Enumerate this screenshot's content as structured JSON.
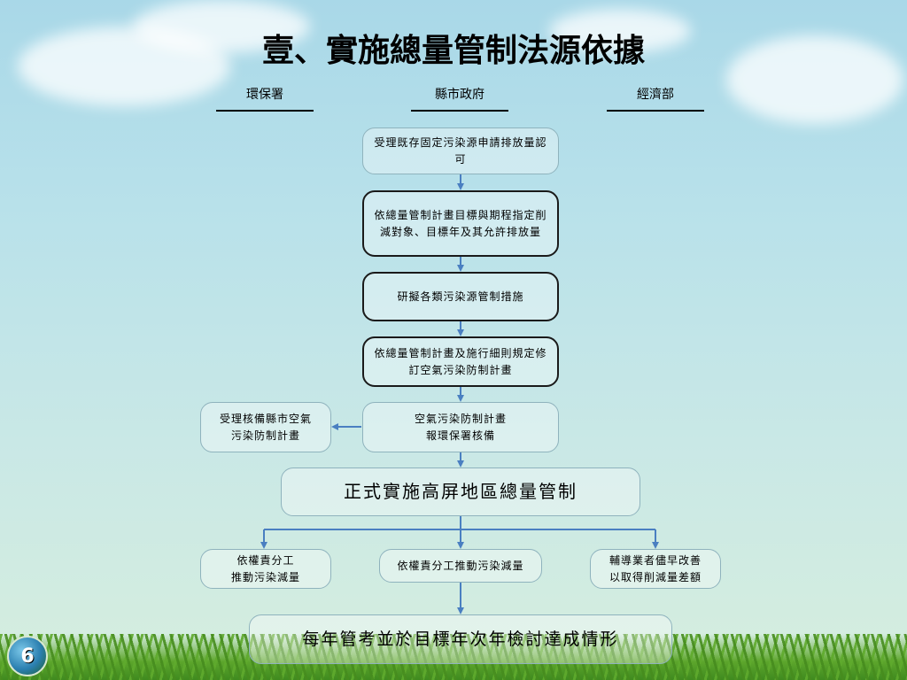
{
  "slide": {
    "title": "壹、實施總量管制法源依據",
    "page_number": "6"
  },
  "lanes": {
    "epa": "環保署",
    "county": "縣市政府",
    "moea": "經濟部"
  },
  "flow": {
    "step1": "受理既存固定污染源申請排放量認可",
    "step2": "依總量管制計畫目標與期程指定削減對象、目標年及其允許排放量",
    "step3": "研擬各類污染源管制措施",
    "step4": "依總量管制計畫及施行細則規定修訂空氣污染防制計畫",
    "step5": "空氣污染防制計畫\n報環保署核備",
    "review": "受理核備縣市空氣\n污染防制計畫",
    "implement": "正式實施高屏地區總量管制",
    "branch_epa": "依權責分工\n推動污染減量",
    "branch_county": "依權責分工推動污染減量",
    "branch_moea": "輔導業者儘早改善\n以取得削減量差額",
    "final": "每年管考並於目標年次年檢討達成情形"
  },
  "colors": {
    "arrow": "#4a7fc1",
    "box_border": "#8fb3bd",
    "bold_border": "#1a1a1a"
  }
}
